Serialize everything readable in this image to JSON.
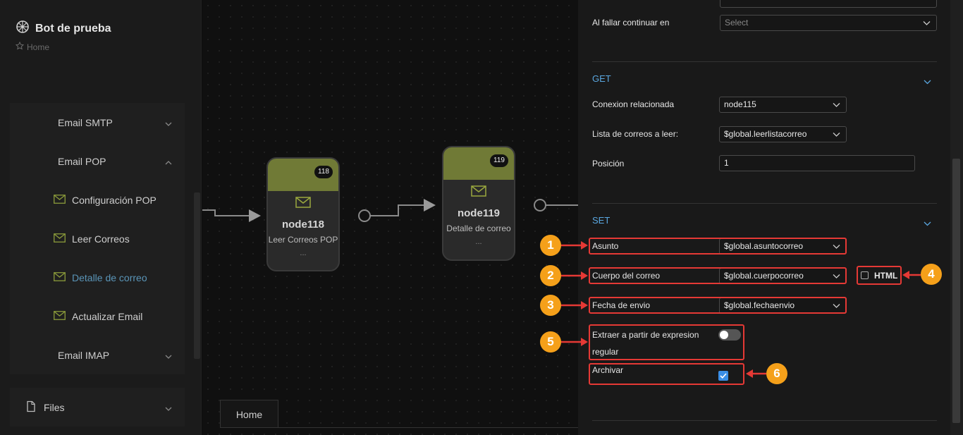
{
  "sidebar": {
    "app_title": "Bot de prueba",
    "breadcrumb": "Home",
    "menu": [
      {
        "label": "Email SMTP",
        "expanded": false
      },
      {
        "label": "Email POP",
        "expanded": true
      },
      {
        "label": "Configuración POP"
      },
      {
        "label": "Leer Correos"
      },
      {
        "label": "Detalle de correo",
        "active": true
      },
      {
        "label": "Actualizar Email"
      },
      {
        "label": "Email IMAP",
        "expanded": false
      }
    ],
    "files_label": "Files"
  },
  "canvas": {
    "nodes": [
      {
        "badge": "118",
        "name": "node118",
        "desc": "Leer Correos POP",
        "more": "..."
      },
      {
        "badge": "119",
        "name": "node119",
        "desc": "Detalle de correo",
        "more": "..."
      }
    ],
    "tab_label": "Home"
  },
  "panel": {
    "on_fail_label": "Al fallar continuar en",
    "on_fail_placeholder": "Select",
    "get_section": {
      "title": "GET",
      "fields": [
        {
          "label": "Conexion relacionada",
          "value": "node115"
        },
        {
          "label": "Lista de correos a leer:",
          "value": "$global.leerlistacorreo"
        },
        {
          "label": "Posición",
          "value": "1"
        }
      ]
    },
    "set_section": {
      "title": "SET",
      "fields": [
        {
          "label": "Asunto",
          "value": "$global.asuntocorreo"
        },
        {
          "label": "Cuerpo del correo",
          "value": "$global.cuerpocorreo"
        },
        {
          "label": "Fecha de envio",
          "value": "$global.fechaenvio"
        }
      ],
      "html_label": "HTML",
      "html_checked": false,
      "regex_label": "Extraer a partir de expresion",
      "regex_label_2": "regular",
      "regex_enabled": false,
      "archive_label": "Archivar",
      "archive_checked": true
    }
  },
  "annotations": [
    "1",
    "2",
    "3",
    "4",
    "5",
    "6"
  ],
  "colors": {
    "node_head": "#707a36",
    "section_title": "#5aa7e0",
    "annotation_box": "#e53935",
    "annotation_badge": "#f5a01a",
    "checkbox": "#3a8ee6",
    "active_menu": "#5a95b8"
  }
}
